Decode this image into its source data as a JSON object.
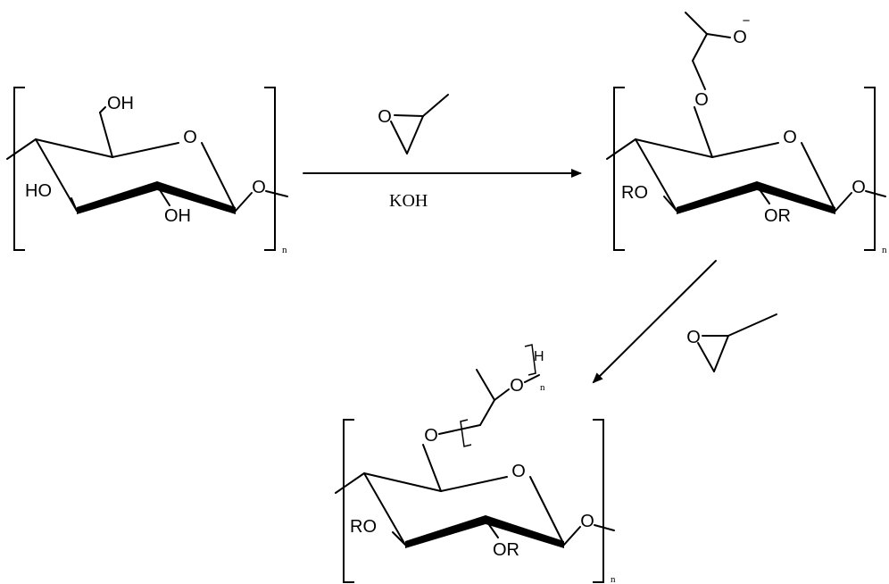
{
  "reagent": {
    "catalyst": "KOH"
  },
  "atoms": {
    "oxygen": "O",
    "hydrogen": "H",
    "charge_minus": "−"
  },
  "cellulose": {
    "hydroxyl_top": "OH",
    "hydroxyl_left": "HO",
    "hydroxyl_bottom": "OH",
    "repeat": "n"
  },
  "alkoxide": {
    "substituent_left": "RO",
    "substituent_bottom": "OR",
    "repeat": "n"
  },
  "polyether": {
    "substituent_left": "RO",
    "substituent_bottom": "OR",
    "repeat": "n",
    "chain_repeat": "n"
  }
}
